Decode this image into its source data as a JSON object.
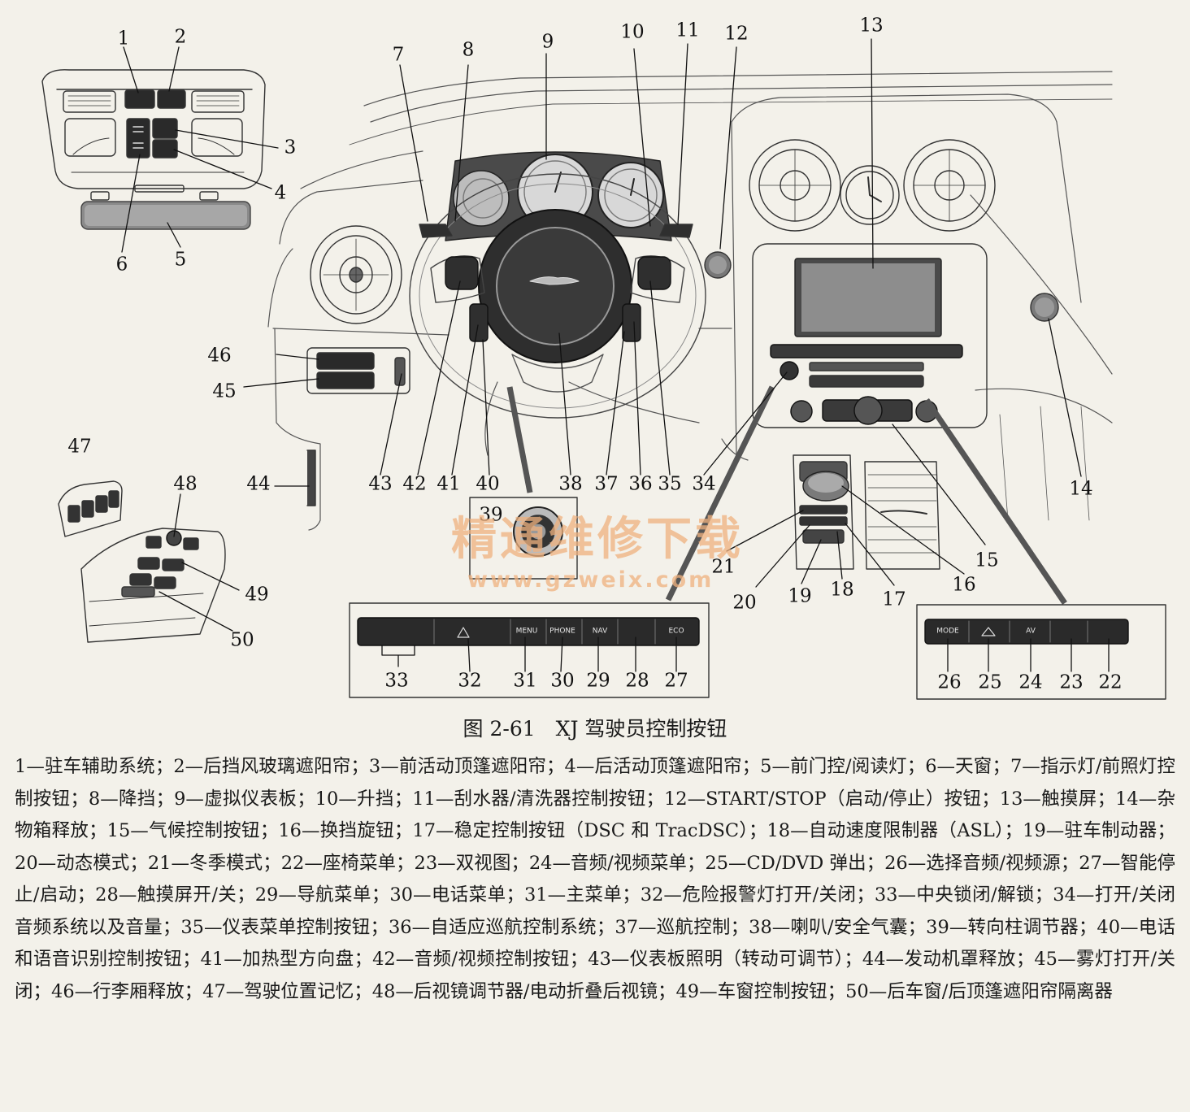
{
  "watermark": {
    "text": "精通维修下载",
    "url": "www.gzweix.com"
  },
  "callouts": [
    {
      "id": "1",
      "num": "1"
    },
    {
      "id": "2",
      "num": "2"
    },
    {
      "id": "3",
      "num": "3"
    },
    {
      "id": "4",
      "num": "4"
    },
    {
      "id": "5",
      "num": "5"
    },
    {
      "id": "6",
      "num": "6"
    },
    {
      "id": "7",
      "num": "7"
    },
    {
      "id": "8",
      "num": "8"
    },
    {
      "id": "9",
      "num": "9"
    },
    {
      "id": "10",
      "num": "10"
    },
    {
      "id": "11",
      "num": "11"
    },
    {
      "id": "12",
      "num": "12"
    },
    {
      "id": "13",
      "num": "13"
    },
    {
      "id": "14",
      "num": "14"
    },
    {
      "id": "15",
      "num": "15"
    },
    {
      "id": "16",
      "num": "16"
    },
    {
      "id": "17",
      "num": "17"
    },
    {
      "id": "18",
      "num": "18"
    },
    {
      "id": "19",
      "num": "19"
    },
    {
      "id": "20",
      "num": "20"
    },
    {
      "id": "21",
      "num": "21"
    },
    {
      "id": "22",
      "num": "22"
    },
    {
      "id": "23",
      "num": "23"
    },
    {
      "id": "24",
      "num": "24"
    },
    {
      "id": "25",
      "num": "25"
    },
    {
      "id": "26",
      "num": "26"
    },
    {
      "id": "27",
      "num": "27"
    },
    {
      "id": "28",
      "num": "28"
    },
    {
      "id": "29",
      "num": "29"
    },
    {
      "id": "30",
      "num": "30"
    },
    {
      "id": "31",
      "num": "31"
    },
    {
      "id": "32",
      "num": "32"
    },
    {
      "id": "33",
      "num": "33"
    },
    {
      "id": "34",
      "num": "34"
    },
    {
      "id": "35",
      "num": "35"
    },
    {
      "id": "36",
      "num": "36"
    },
    {
      "id": "37",
      "num": "37"
    },
    {
      "id": "38",
      "num": "38"
    },
    {
      "id": "39",
      "num": "39"
    },
    {
      "id": "40",
      "num": "40"
    },
    {
      "id": "41",
      "num": "41"
    },
    {
      "id": "42",
      "num": "42"
    },
    {
      "id": "43",
      "num": "43"
    },
    {
      "id": "44",
      "num": "44"
    },
    {
      "id": "45",
      "num": "45"
    },
    {
      "id": "46",
      "num": "46"
    },
    {
      "id": "47",
      "num": "47"
    },
    {
      "id": "48",
      "num": "48"
    },
    {
      "id": "49",
      "num": "49"
    },
    {
      "id": "50",
      "num": "50"
    }
  ],
  "panel_buttons": {
    "menu": "MENU",
    "phone": "PHONE",
    "nav": "NAV",
    "eco": "ECO",
    "mode": "MODE",
    "av": "AV"
  },
  "caption": "图 2-61　XJ 驾驶员控制按钮",
  "legend": "1—驻车辅助系统；2—后挡风玻璃遮阳帘；3—前活动顶篷遮阳帘；4—后活动顶篷遮阳帘；5—前门控/阅读灯；6—天窗；7—指示灯/前照灯控制按钮；8—降挡；9—虚拟仪表板；10—升挡；11—刮水器/清洗器控制按钮；12—START/STOP（启动/停止）按钮；13—触摸屏；14—杂物箱释放；15—气候控制按钮；16—换挡旋钮；17—稳定控制按钮（DSC 和 TracDSC）；18—自动速度限制器（ASL）；19—驻车制动器；20—动态模式；21—冬季模式；22—座椅菜单；23—双视图；24—音频/视频菜单；25—CD/DVD 弹出；26—选择音频/视频源；27—智能停止/启动；28—触摸屏开/关；29—导航菜单；30—电话菜单；31—主菜单；32—危险报警灯打开/关闭；33—中央锁闭/解锁；34—打开/关闭音频系统以及音量；35—仪表菜单控制按钮；36—自适应巡航控制系统；37—巡航控制；38—喇叭/安全气囊；39—转向柱调节器；40—电话和语音识别控制按钮；41—加热型方向盘；42—音频/视频控制按钮；43—仪表板照明（转动可调节）；44—发动机罩释放；45—雾灯打开/关闭；46—行李厢释放；47—驾驶位置记忆；48—后视镜调节器/电动折叠后视镜；49—车窗控制按钮；50—后车窗/后顶篷遮阳帘隔离器"
}
